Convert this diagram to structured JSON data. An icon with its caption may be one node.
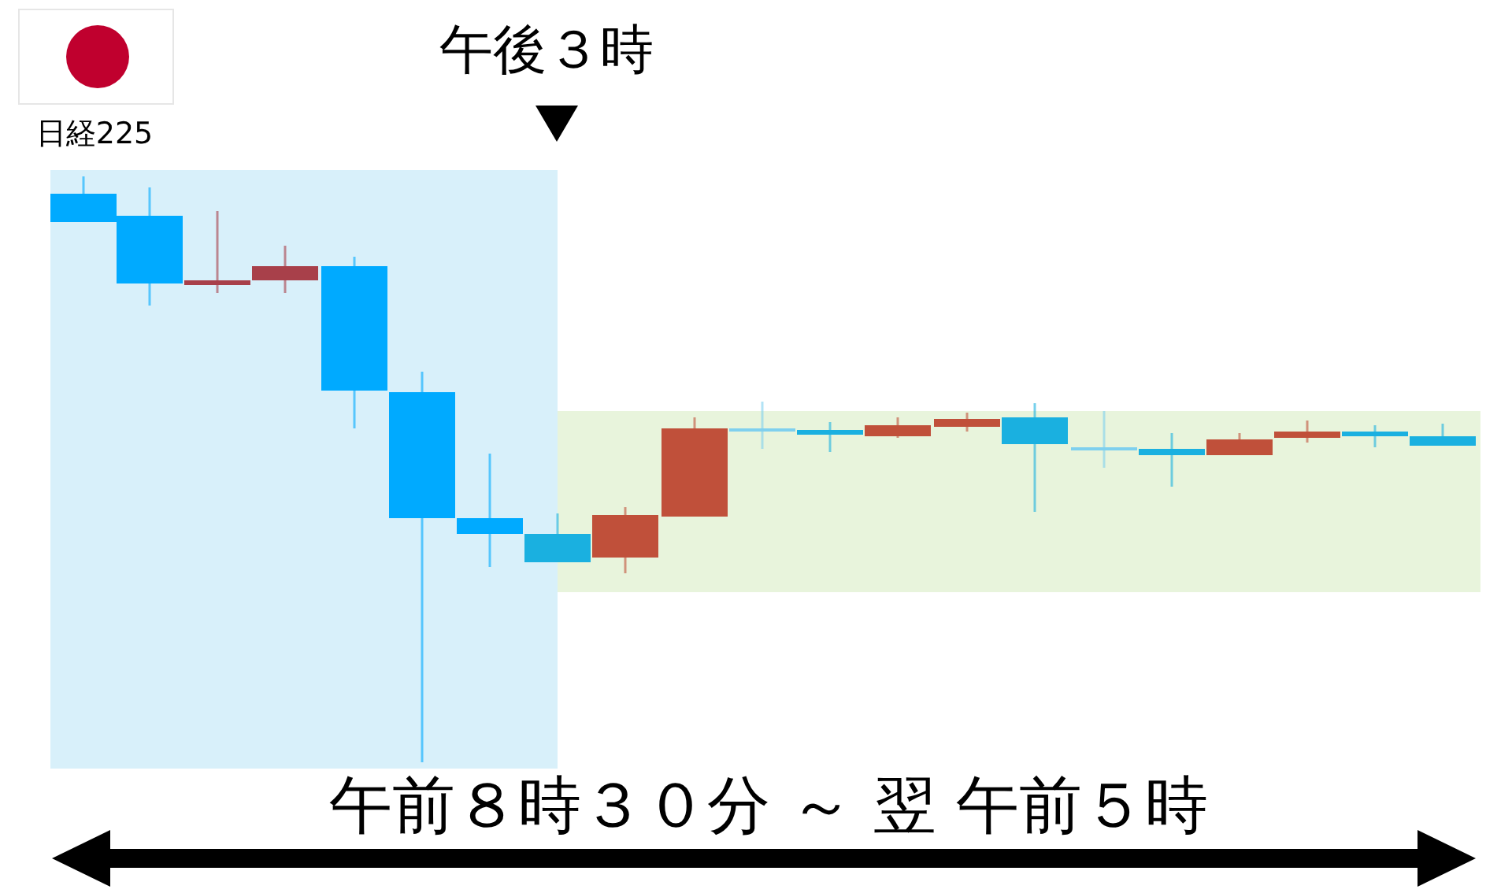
{
  "diagram": {
    "labels": [
      "日経225",
      "午後３時",
      "午前８時３０分 ～ 翌 午前５時"
    ]
  }
}
